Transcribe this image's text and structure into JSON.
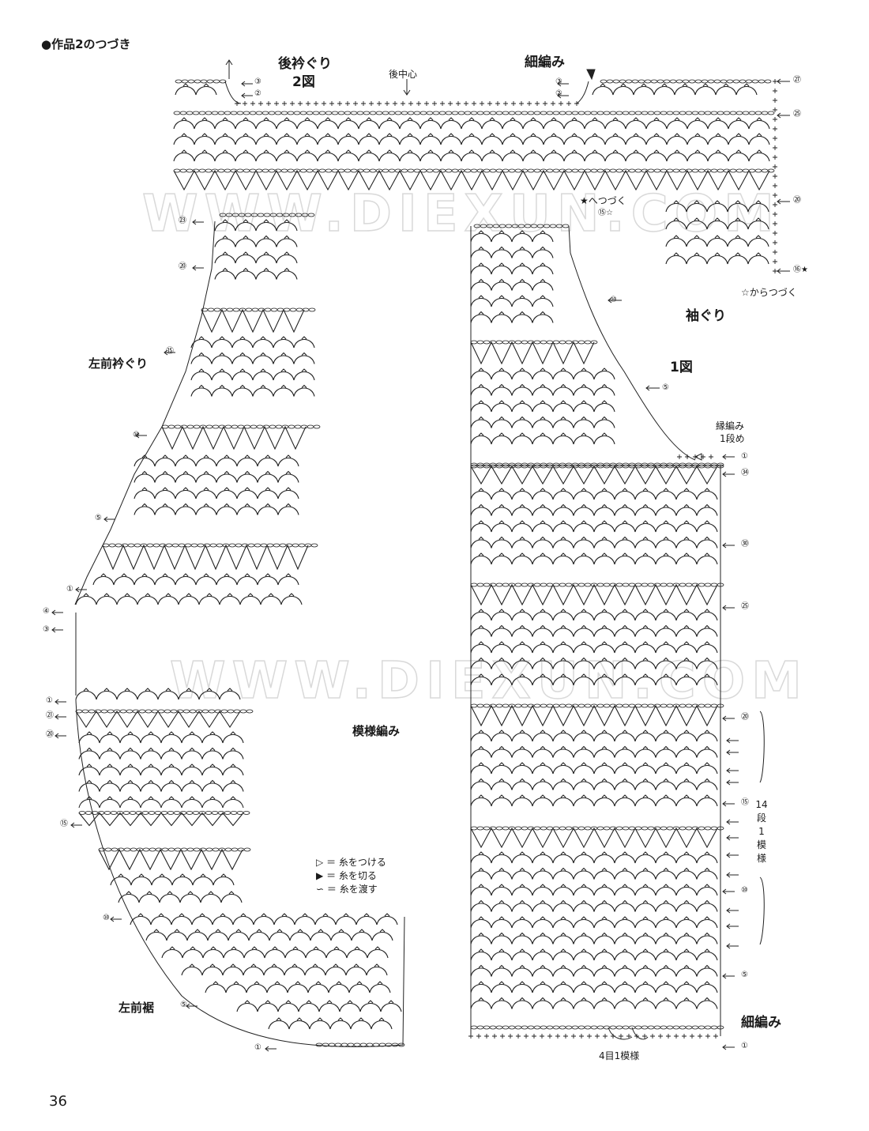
{
  "header": "●作品2のつづき",
  "page_number": "36",
  "watermark": "WWW.DIEXUN.COM",
  "colors": {
    "ink": "#222222",
    "light": "#8a8a8a",
    "watermark": "#d9d9d9"
  },
  "labels": {
    "back_neck_title": "後衿ぐり",
    "back_neck_fig": "2図",
    "back_center": "後中心",
    "sc_top": "細編み",
    "continue_to": "★へつづく",
    "continue_from": "☆からつづく",
    "armhole_title": "袖ぐり",
    "armhole_fig": "1図",
    "edging_line1": "縁編み",
    "edging_line2": "1段め",
    "left_front_neck": "左前衿ぐり",
    "pattern_stitch": "模様編み",
    "left_front_hem": "左前裾",
    "sc_bottom": "細編み",
    "repeat_4": "4目1模様",
    "repeat_14": [
      "14",
      "段",
      "1",
      "模",
      "様"
    ]
  },
  "legend": [
    {
      "icon": "attach-yarn-icon",
      "text": "＝ 糸をつける"
    },
    {
      "icon": "cut-yarn-icon",
      "text": "＝ 糸を切る"
    },
    {
      "icon": "carry-yarn-icon",
      "text": "＝ 糸を渡す"
    }
  ],
  "row_markers": {
    "back_neck": [
      "③",
      "②",
      "③",
      "②"
    ],
    "right_top": [
      "㉗",
      "㉕",
      "⑳",
      "⑯★",
      "⑮☆"
    ],
    "armhole": [
      "⑩",
      "⑤",
      "①"
    ],
    "body_right": [
      "㉞",
      "㉚",
      "㉕",
      "⑳",
      "⑮",
      "⑩",
      "⑤",
      "①"
    ],
    "left_neck": [
      "㉓",
      "⑳",
      "⑮",
      "⑩",
      "⑤",
      "①",
      "④",
      "③"
    ],
    "left_hem": [
      "①",
      "㉑",
      "⑳",
      "⑮",
      "⑩",
      "⑤",
      "①"
    ]
  }
}
